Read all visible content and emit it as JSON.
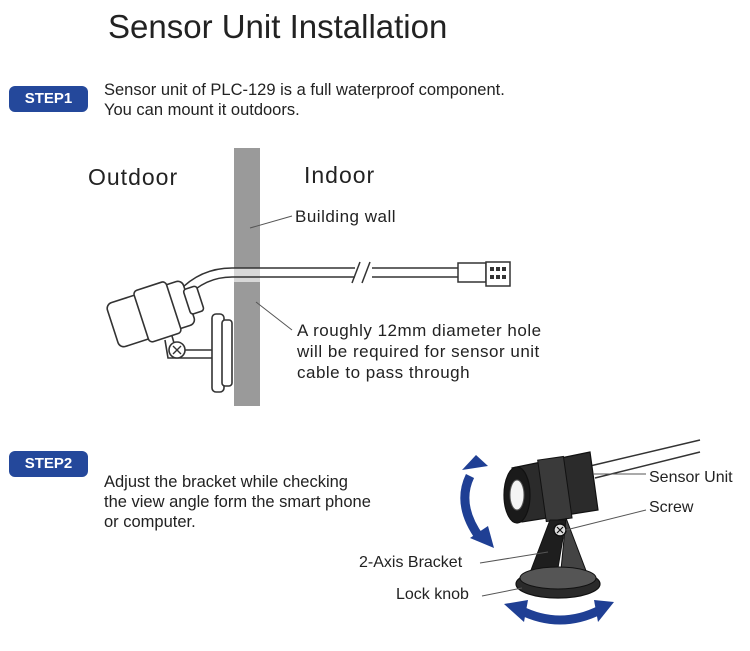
{
  "title": "Sensor Unit Installation",
  "step1": {
    "badge": "STEP1",
    "text": "Sensor unit of PLC-129 is a full waterproof component.\nYou can mount it outdoors."
  },
  "step2": {
    "badge": "STEP2",
    "text": "Adjust the bracket while checking\nthe view angle form the smart phone\nor computer."
  },
  "labels": {
    "outdoor": "Outdoor",
    "indoor": "Indoor",
    "building_wall": "Building wall",
    "hole_note": "A roughly 12mm diameter hole\nwill be required for sensor unit\ncable to pass through",
    "sensor_unit": "Sensor Unit",
    "screw": "Screw",
    "bracket": "2-Axis Bracket",
    "lock_knob": "Lock knob"
  },
  "colors": {
    "badge": "#24489b",
    "arrow": "#1f3f94",
    "wall": "#9a9a9a"
  }
}
